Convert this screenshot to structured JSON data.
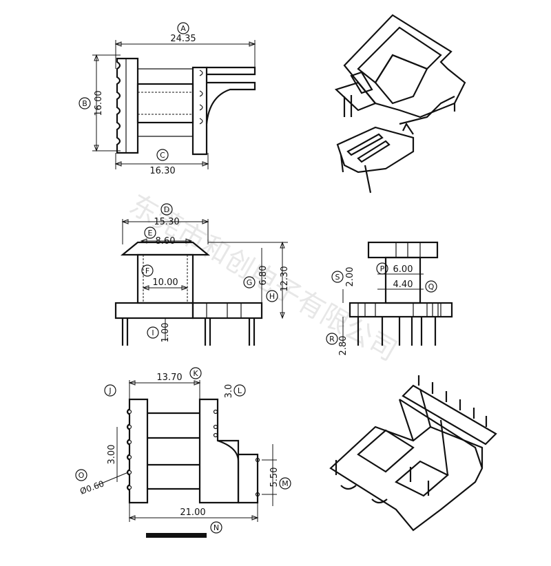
{
  "top_view": {
    "width_label": "A",
    "width_value": "24.35",
    "height_label": "B",
    "height_value": "16.00",
    "base_label": "C",
    "base_value": "16.30"
  },
  "front_view": {
    "top_label": "D",
    "top_value": "15.30",
    "inner_label": "E",
    "inner_value": "8.60",
    "core_label": "F",
    "core_value": "10.00",
    "height_label": "G",
    "height_value": "6.80",
    "total_label": "H",
    "total_value": "12.30",
    "pin_label": "I",
    "pin_value": "1.00"
  },
  "side_view": {
    "p_label": "P",
    "p_value": "6.00",
    "q_label": "Q",
    "q_value": "4.40",
    "s_label": "S",
    "s_value": "2.00",
    "r_label": "R",
    "r_value": "2.80"
  },
  "bottom_view": {
    "j_label": "J",
    "k_label": "K",
    "k_value": "13.70",
    "l_label": "L",
    "l_value": "3.0",
    "pitch_value": "3.00",
    "o_label": "O",
    "o_value": "Ø0.60",
    "m_label": "M",
    "m_value": "5.50",
    "n_label": "N",
    "n_value": "21.00"
  },
  "watermark": "东莞市和创电子有限公司"
}
